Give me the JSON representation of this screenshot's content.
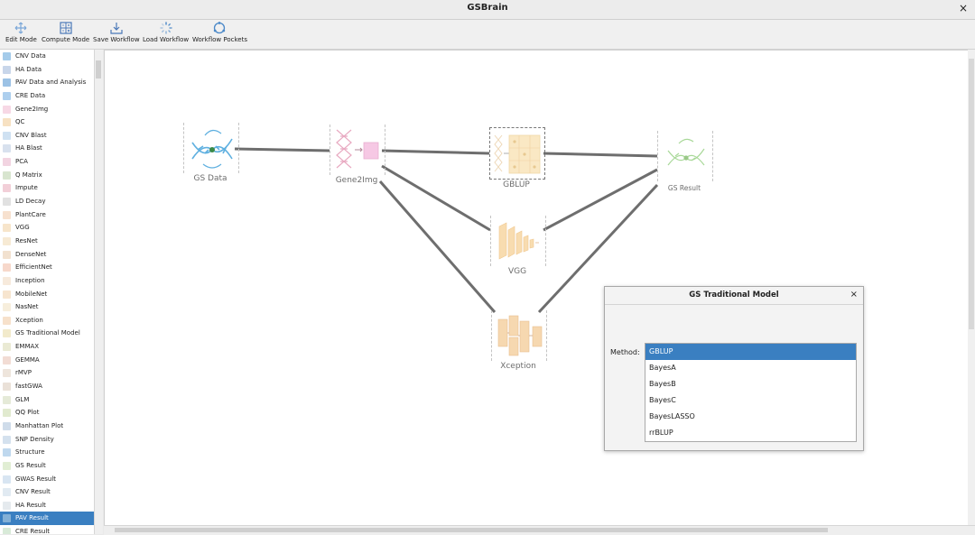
{
  "window": {
    "title": "GSBrain",
    "close": "×"
  },
  "toolbar": {
    "edit_mode": "Edit Mode",
    "compute_mode": "Compute Mode",
    "save_workflow": "Save Workflow",
    "load_workflow": "Load Workflow",
    "workflow_pockets": "Workflow Pockets"
  },
  "sidebar": {
    "items": [
      {
        "label": "CNV Data",
        "color": "#5aa0d8"
      },
      {
        "label": "HA Data",
        "color": "#9ab5d8"
      },
      {
        "label": "PAV Data and Analysis",
        "color": "#4a8fd0"
      },
      {
        "label": "CRE Data",
        "color": "#6aa8e0"
      },
      {
        "label": "Gene2Img",
        "color": "#f0b8d0"
      },
      {
        "label": "QC",
        "color": "#f0c890"
      },
      {
        "label": "CNV Blast",
        "color": "#a8c8e8"
      },
      {
        "label": "HA Blast",
        "color": "#b8c8e0"
      },
      {
        "label": "PCA",
        "color": "#e8b0c8"
      },
      {
        "label": "Q Matrix",
        "color": "#b8d0a8"
      },
      {
        "label": "Impute",
        "color": "#e8a8b8"
      },
      {
        "label": "LD Decay",
        "color": "#c8c8c8"
      },
      {
        "label": "PlantCare",
        "color": "#f0c8a8"
      },
      {
        "label": "VGG",
        "color": "#f0d0a0"
      },
      {
        "label": "ResNet",
        "color": "#f0d8b0"
      },
      {
        "label": "DenseNet",
        "color": "#e8c8a8"
      },
      {
        "label": "EfficientNet",
        "color": "#f0b8a0"
      },
      {
        "label": "Inception",
        "color": "#f0d8c0"
      },
      {
        "label": "MobileNet",
        "color": "#f0d0a8"
      },
      {
        "label": "NasNet",
        "color": "#f0e0c0"
      },
      {
        "label": "Xception",
        "color": "#f0c8a0"
      },
      {
        "label": "GS Traditional Model",
        "color": "#e8d8a0"
      },
      {
        "label": "EMMAX",
        "color": "#d8d8b0"
      },
      {
        "label": "GEMMA",
        "color": "#e8c0b0"
      },
      {
        "label": "rMVP",
        "color": "#e0d0c0"
      },
      {
        "label": "fastGWA",
        "color": "#d8c8b8"
      },
      {
        "label": "GLM",
        "color": "#d0d8b8"
      },
      {
        "label": "QQ Plot",
        "color": "#c8d8a8"
      },
      {
        "label": "Manhattan Plot",
        "color": "#a8c0d8"
      },
      {
        "label": "SNP Density",
        "color": "#b0c8e0"
      },
      {
        "label": "Structure",
        "color": "#8ab8e0"
      },
      {
        "label": "GS Result",
        "color": "#c8e0b0"
      },
      {
        "label": "GWAS Result",
        "color": "#b8d0e8"
      },
      {
        "label": "CNV Result",
        "color": "#c8d8e8"
      },
      {
        "label": "HA Result",
        "color": "#d0d8e0"
      },
      {
        "label": "PAV Result",
        "color": "#c0d8e8"
      },
      {
        "label": "CRE Result",
        "color": "#b8d8b8"
      }
    ],
    "selected_index": 35
  },
  "canvas": {
    "nodes": {
      "gs_data": "GS Data",
      "gene2img": "Gene2Img",
      "gblup": "GBLUP",
      "vgg": "VGG",
      "xception": "Xception",
      "gs_result": "GS Result"
    }
  },
  "dialog": {
    "title": "GS Traditional Model",
    "close": "×",
    "method_label": "Method:",
    "options": [
      "GBLUP",
      "BayesA",
      "BayesB",
      "BayesC",
      "BayesLASSO",
      "rrBLUP"
    ],
    "selected": "GBLUP"
  },
  "colors": {
    "selection": "#3a7fc1",
    "edge": "#6e6e6e"
  }
}
